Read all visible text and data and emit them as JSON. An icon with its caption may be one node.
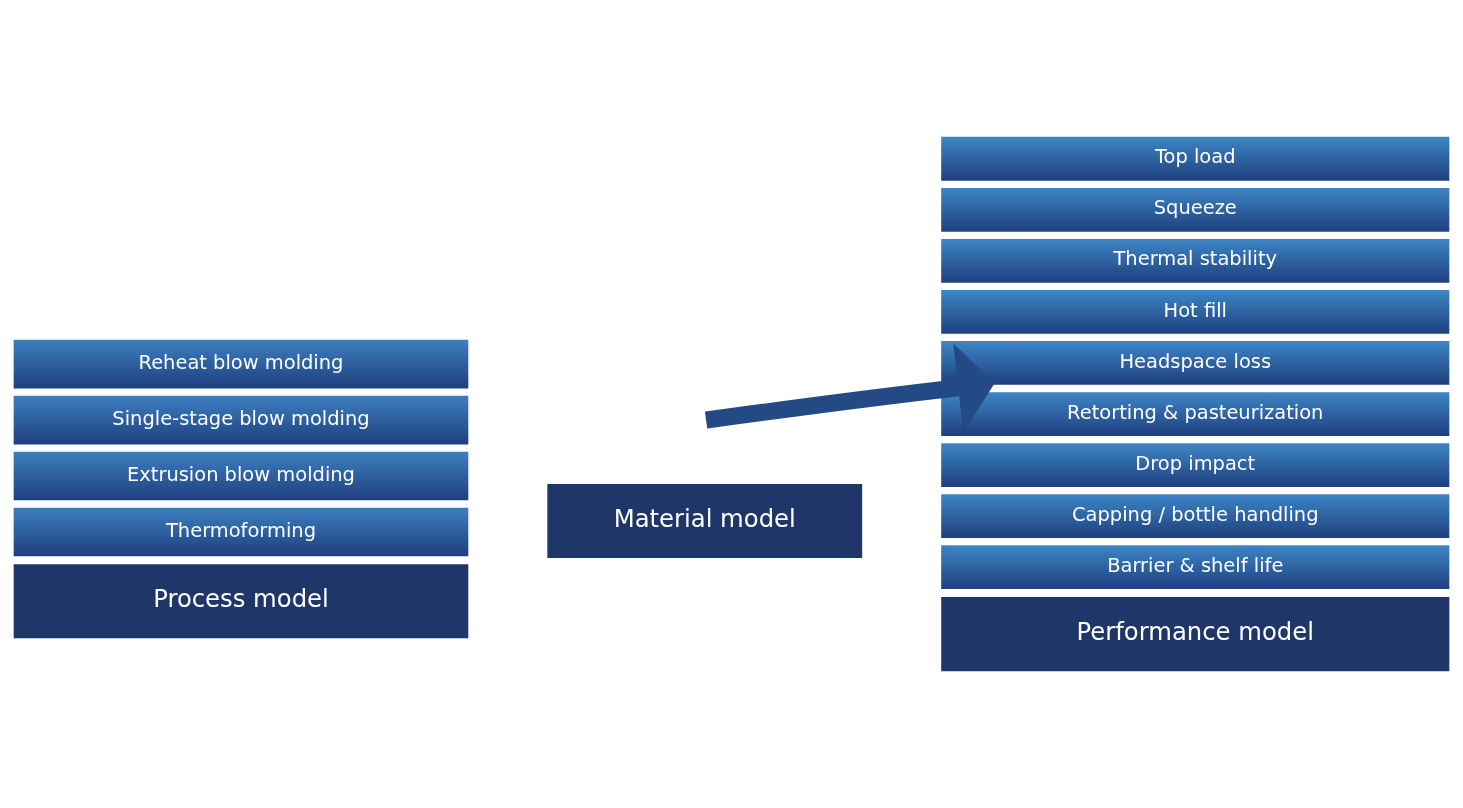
{
  "diagram": {
    "nodes": [
      {
        "text": [
          "Reheat blow molding"
        ]
      },
      {
        "text": [
          "Single-stage blow molding"
        ]
      },
      {
        "text": [
          "Extrusion blow molding"
        ]
      },
      {
        "text": [
          "Thermoforming"
        ]
      },
      {
        "text": [
          "Top load"
        ]
      },
      {
        "text": [
          "Squeeze"
        ]
      },
      {
        "text": [
          "Thermal stability"
        ]
      },
      {
        "text": [
          "Hot fill"
        ]
      },
      {
        "text": [
          "Headspace loss"
        ]
      },
      {
        "text": [
          "Retorting & pasteurization"
        ]
      },
      {
        "text": [
          "Drop impact"
        ]
      },
      {
        "text": [
          "Capping / bottle handling"
        ]
      },
      {
        "text": [
          "Barrier & shelf life"
        ]
      },
      {
        "text": [
          "Process model"
        ]
      },
      {
        "text": [
          "Material model"
        ]
      },
      {
        "text": [
          "Performance model"
        ]
      }
    ],
    "edges": [
      {
        "from": null,
        "to": 8,
        "arrow": "to"
      }
    ]
  }
}
